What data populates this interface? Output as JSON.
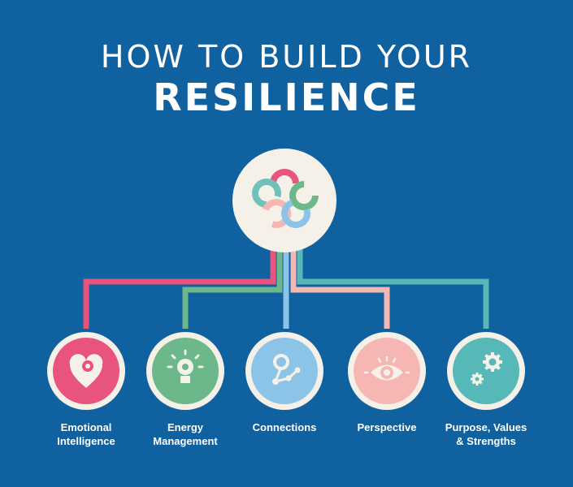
{
  "title": {
    "line1": "HOW TO BUILD YOUR",
    "line2": "RESILIENCE"
  },
  "colors": {
    "background": "#1061a0",
    "circle_fill": "#f6f1e8",
    "pink": "#e8547c",
    "green": "#6cb88a",
    "light_blue": "#8cc4e8",
    "peach": "#f6b6b3",
    "teal": "#57b8b8"
  },
  "hub": {
    "icon": "interlocking-rings-icon"
  },
  "nodes": [
    {
      "label": "Emotional\nIntelligence",
      "icon": "heart-icon",
      "color": "#e8547c"
    },
    {
      "label": "Energy\nManagement",
      "icon": "lightbulb-icon",
      "color": "#6cb88a"
    },
    {
      "label": "Connections",
      "icon": "network-icon",
      "color": "#8cc4e8"
    },
    {
      "label": "Perspective",
      "icon": "eye-icon",
      "color": "#f6b6b3"
    },
    {
      "label": "Purpose, Values\n& Strengths",
      "icon": "gears-icon",
      "color": "#57b8b8"
    }
  ]
}
